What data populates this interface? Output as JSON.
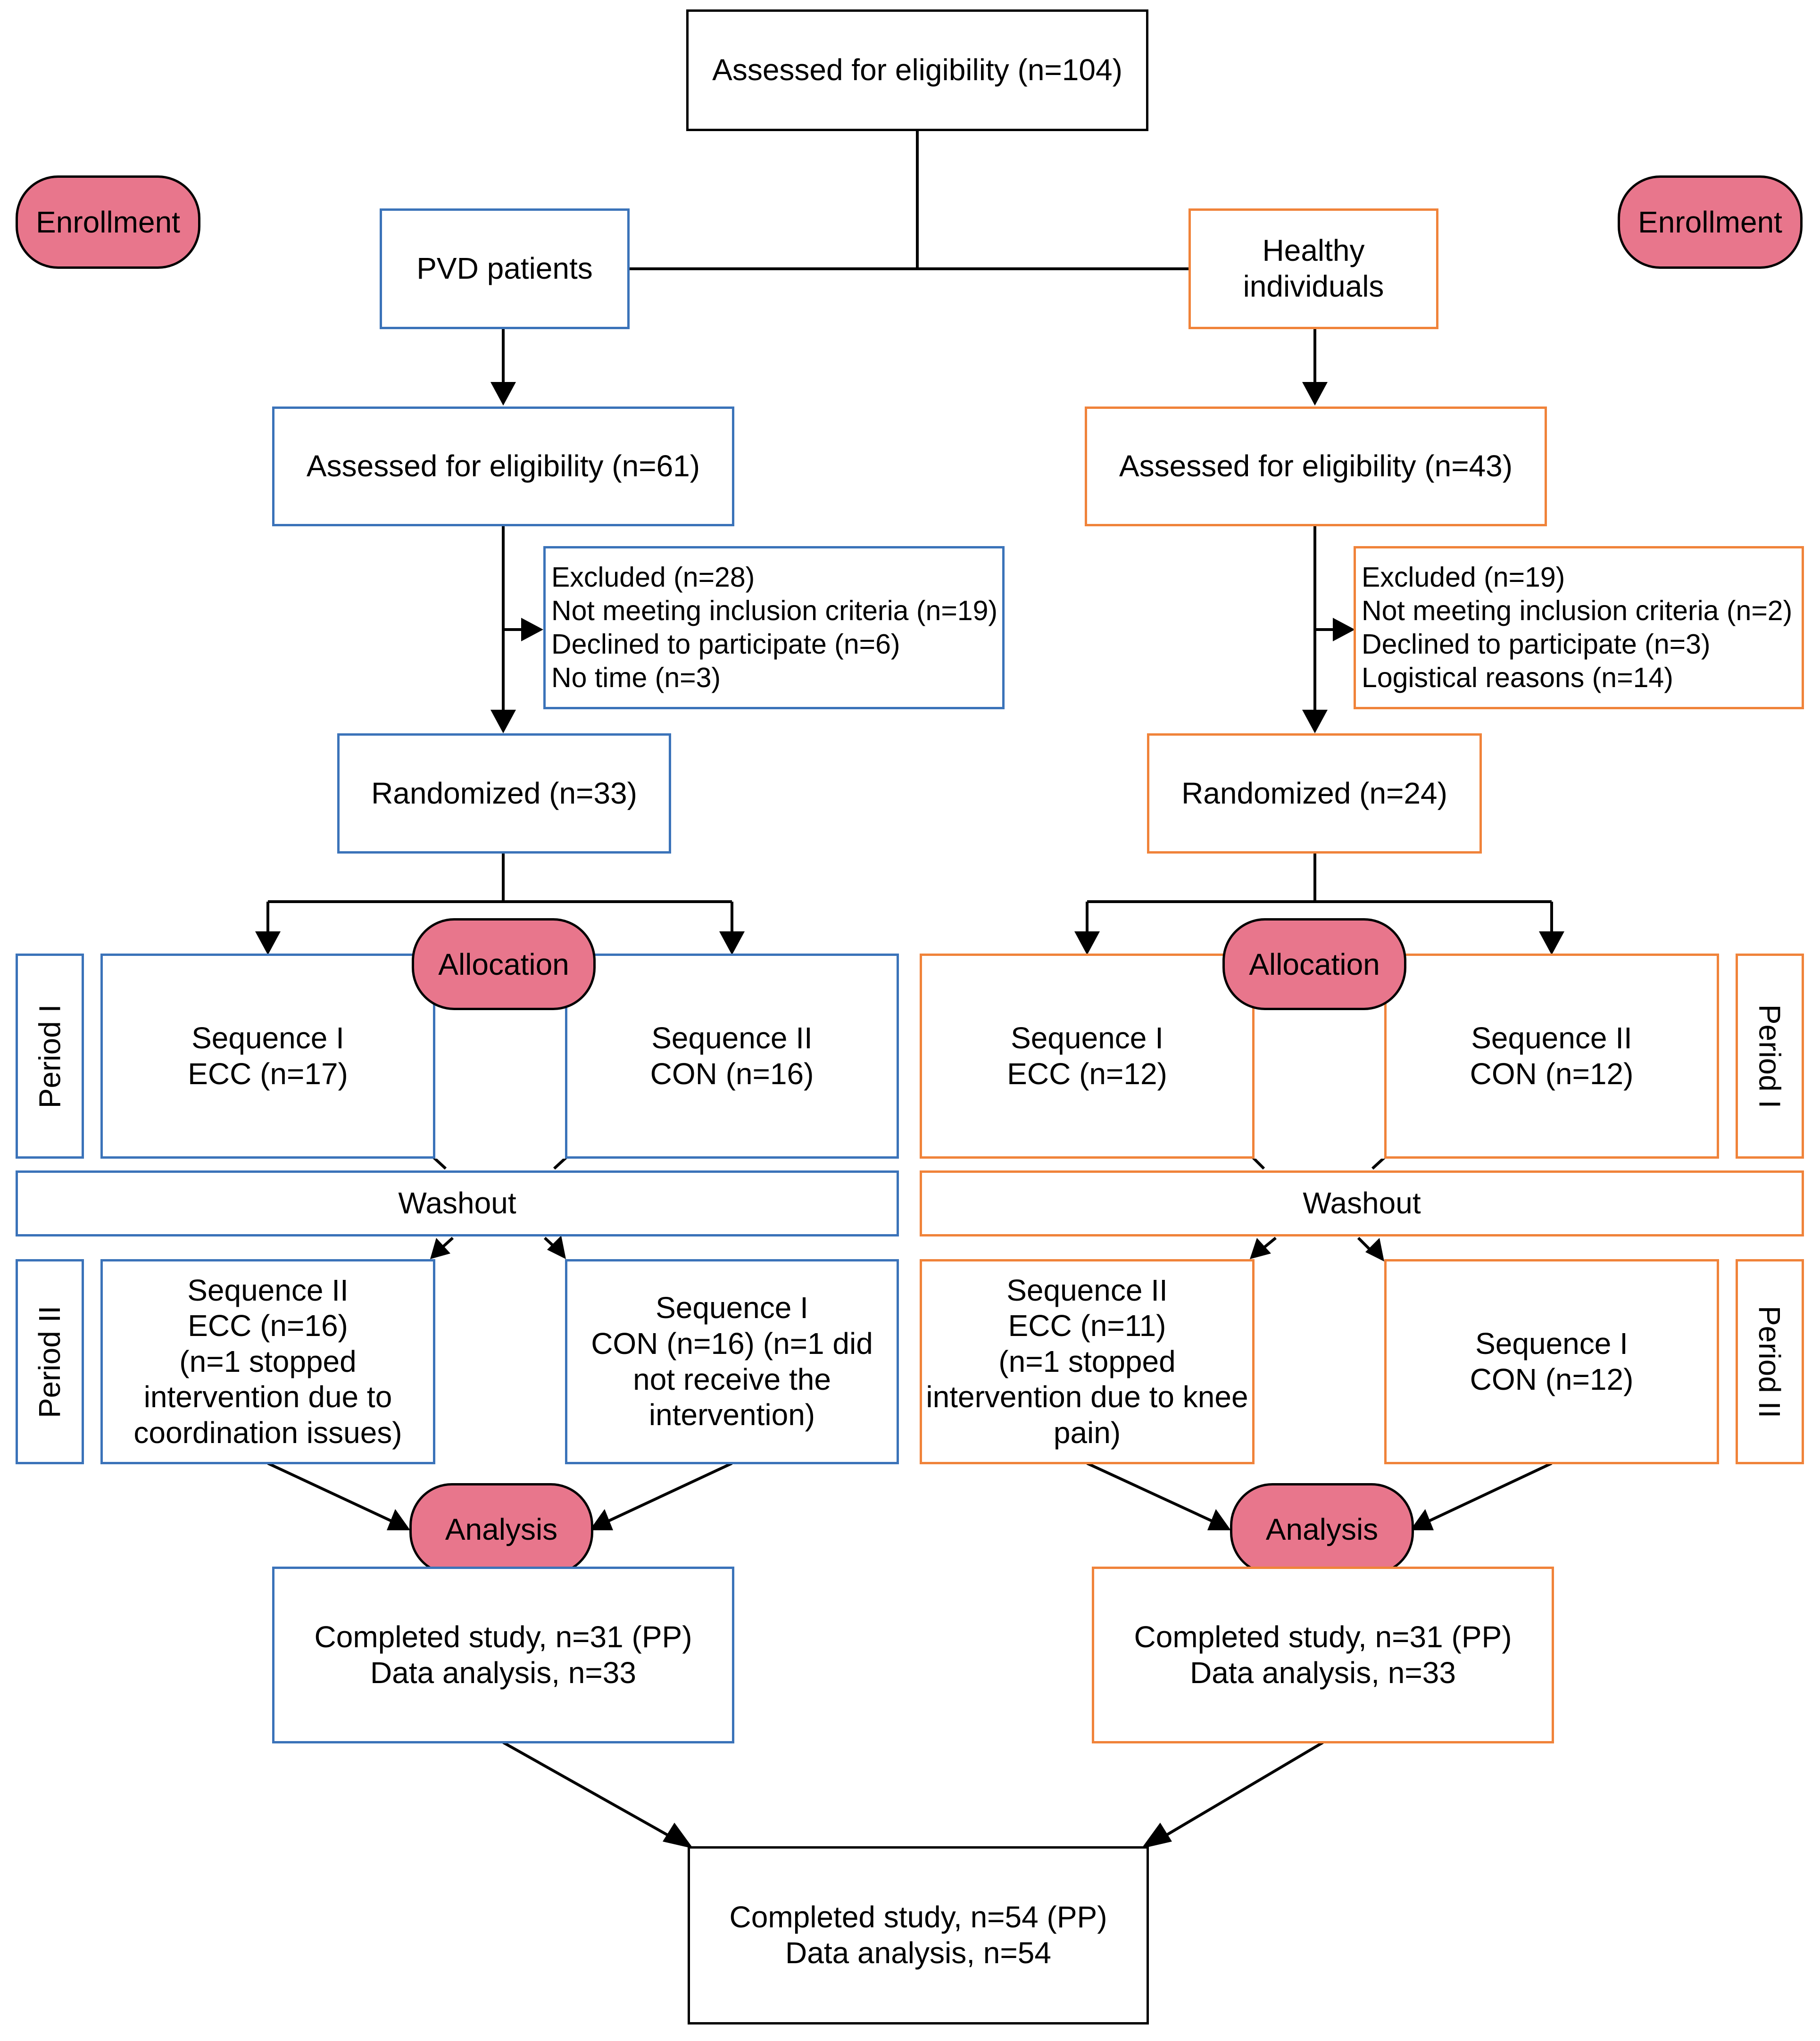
{
  "top": {
    "assessed": "Assessed for eligibility (n=104)"
  },
  "left": {
    "group": "PVD patients",
    "assessed": "Assessed for eligibility (n=61)",
    "excluded": [
      "Excluded (n=28)",
      "Not meeting inclusion criteria (n=19)",
      "Declined to participate (n=6)",
      "No time (n=3)"
    ],
    "randomized": "Randomized (n=33)",
    "p1_seq1": [
      "Sequence I",
      "ECC (n=17)"
    ],
    "p1_seq2": [
      "Sequence II",
      "CON (n=16)"
    ],
    "washout": "Washout",
    "p2_seq2": [
      "Sequence II",
      "ECC (n=16)",
      "(n=1 stopped",
      "intervention due to",
      "coordination issues)"
    ],
    "p2_seq1": [
      "Sequence I",
      "CON (n=16) (n=1 did",
      "not receive the",
      "intervention)"
    ],
    "completed": [
      "Completed study, n=31 (PP)",
      "Data analysis, n=33"
    ]
  },
  "right": {
    "group": [
      "Healthy",
      "individuals"
    ],
    "assessed": "Assessed for eligibility (n=43)",
    "excluded": [
      "Excluded (n=19)",
      "Not meeting inclusion criteria (n=2)",
      "Declined to participate (n=3)",
      "Logistical reasons (n=14)"
    ],
    "randomized": "Randomized (n=24)",
    "p1_seq1": [
      "Sequence I",
      "ECC (n=12)"
    ],
    "p1_seq2": [
      "Sequence II",
      "CON (n=12)"
    ],
    "washout": "Washout",
    "p2_seq2": [
      "Sequence II",
      "ECC (n=11)",
      "(n=1 stopped",
      "intervention due to knee",
      "pain)"
    ],
    "p2_seq1": [
      "Sequence I",
      "CON (n=12)"
    ],
    "completed": [
      "Completed study, n=31 (PP)",
      "Data analysis, n=33"
    ]
  },
  "final": [
    "Completed study, n=54 (PP)",
    "Data analysis, n=54"
  ],
  "stages": {
    "enrollment": "Enrollment",
    "allocation": "Allocation",
    "analysis": "Analysis"
  },
  "periods": {
    "period1": "Period I",
    "period2": "Period II"
  },
  "colors": {
    "left_border": "#3b73b9",
    "right_border": "#f0833a",
    "stage_fill": "#e8768c"
  }
}
